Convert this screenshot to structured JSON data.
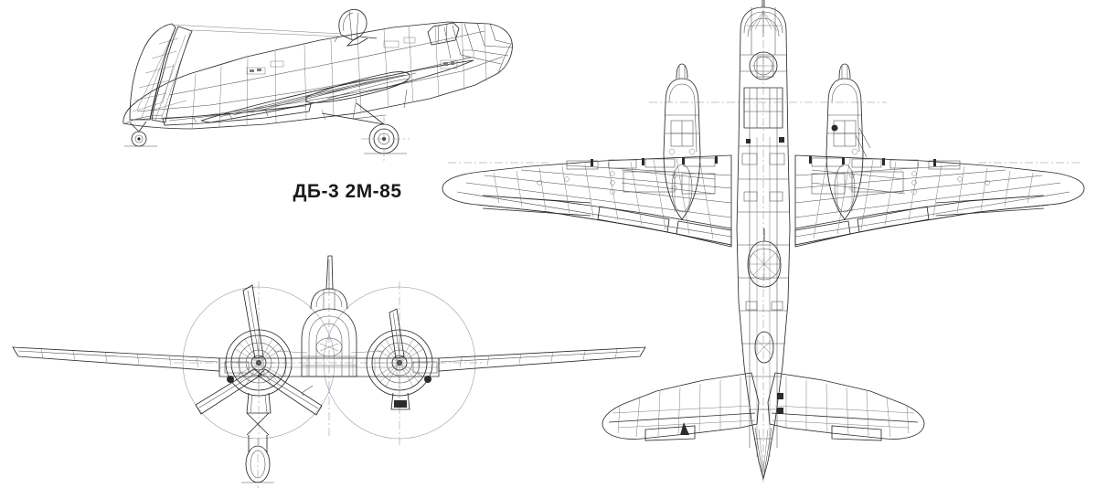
{
  "document": {
    "kind": "technical-three-view-drawing",
    "subject": "Ilyushin DB-3 twin-engine long-range bomber",
    "caption": "ДБ-3 2М-85",
    "background_color": "#ffffff",
    "line_color": "#2b2b2b",
    "centerline_color": "#8a8a99"
  },
  "views": {
    "side": {
      "name": "side-elevation",
      "label": "",
      "features": [
        "vertical fin and rudder with rib structure",
        "horizontal stabilizer and elevator",
        "dorsal gun turret raised",
        "glazed navigator nose",
        "main landing gear extended with wheel",
        "tail wheel",
        "wing root fairing and panel lines",
        "engine nacelle with exhaust"
      ]
    },
    "front": {
      "name": "front-elevation",
      "label": "",
      "features": [
        "two radial engines with three-blade propellers",
        "propeller arc circles",
        "main landing gear extended",
        "dihedral wings with panel ribs",
        "glazed nose and dorsal turret",
        "pitot mast"
      ]
    },
    "plan": {
      "name": "plan-top-view",
      "label": "",
      "features": [
        "full wing planform with ailerons and flaps",
        "two engine nacelles with spinners",
        "glazed bomber nose",
        "dorsal turret and ventral gun position",
        "horizontal stabilizer with elevators",
        "wing rib and panel lines",
        "access hatches and inspection panels"
      ]
    }
  },
  "caption_text": "ДБ-3 2М-85"
}
